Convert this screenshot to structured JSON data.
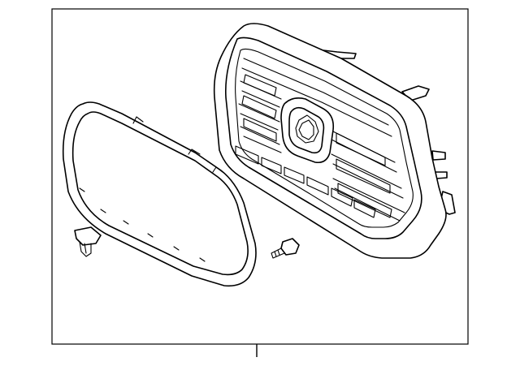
{
  "diagram": {
    "type": "parts-exploded-view",
    "parts": [
      {
        "name": "grille-assembly"
      },
      {
        "name": "grille-surround-frame"
      },
      {
        "name": "retainer-clip"
      },
      {
        "name": "mounting-bolt"
      }
    ],
    "callout_lines": 1,
    "colors": {
      "line": "#000000",
      "background": "#ffffff"
    }
  }
}
